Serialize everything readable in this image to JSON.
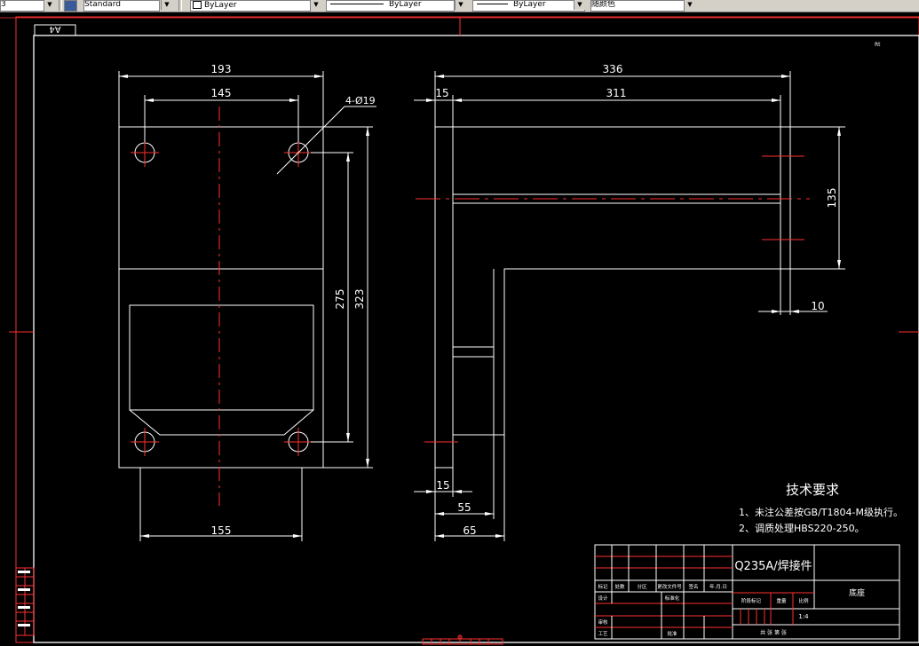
{
  "toolbar": {
    "first_combo_value": "3",
    "text_style_value": "Standard",
    "layer_value": "ByLayer",
    "linetype_value": "ByLayer",
    "lineweight_value": "ByLayer",
    "plotstyle_value": "随颜色"
  },
  "sheet": {
    "orientation_tag": "A4",
    "marker": "Rt"
  },
  "front_view": {
    "dim_overall_width": "193",
    "dim_hole_spacing_top": "145",
    "dim_hole_callout": "4-Ø19",
    "dim_hole_spacing_vertical": "275",
    "dim_overall_height": "323",
    "dim_bottom_width": "155"
  },
  "side_view": {
    "dim_overall_length": "336",
    "dim_left_thickness": "15",
    "dim_arm_length": "311",
    "dim_arm_height": "135",
    "dim_plate_thickness": "10",
    "dim_bottom_thickness": "15",
    "dim_inner_width": "55",
    "dim_outer_width": "65"
  },
  "tech_requirements": {
    "title": "技术要求",
    "line1": "1、未注公差按GB/T1804-M级执行。",
    "line2": "2、调质处理HBS220-250。"
  },
  "title_block": {
    "material": "Q235A/焊接件",
    "part_name": "底座",
    "scale": "1:4",
    "header_labels": [
      "标记",
      "处数",
      "分区",
      "更改文件号",
      "签名",
      "年.月.日"
    ],
    "row_labels": [
      "设计",
      "审核",
      "工艺"
    ],
    "standardization_label": "标准化",
    "approve_label": "批准",
    "stage_label": "阶段标记",
    "weight_label": "重量",
    "scale_label": "比例",
    "sheets_label": "共 张 第 张"
  }
}
